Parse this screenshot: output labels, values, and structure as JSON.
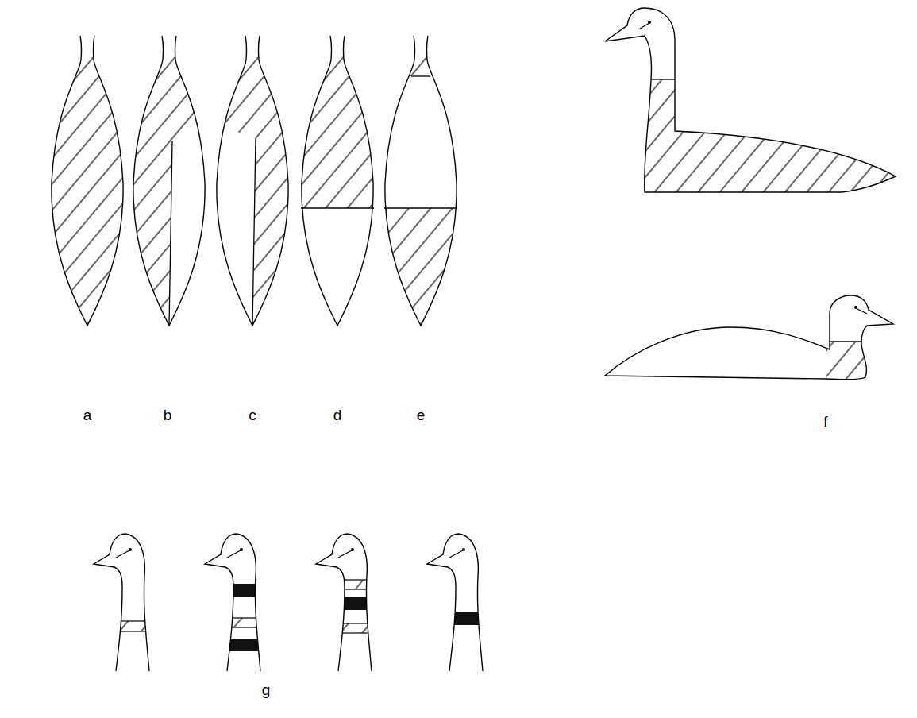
{
  "diagram": {
    "labels": [
      "a",
      "b",
      "c",
      "d",
      "e",
      "f",
      "g"
    ]
  }
}
